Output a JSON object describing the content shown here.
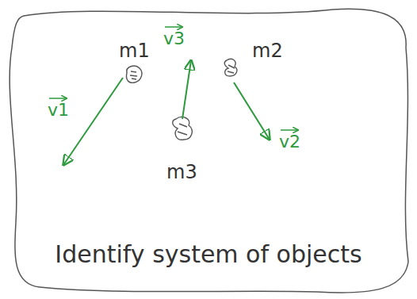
{
  "diagram": {
    "caption": "Identify system of objects",
    "labels": [
      "m1",
      "v3",
      "m2",
      "v1",
      "v2",
      "m3"
    ]
  }
}
